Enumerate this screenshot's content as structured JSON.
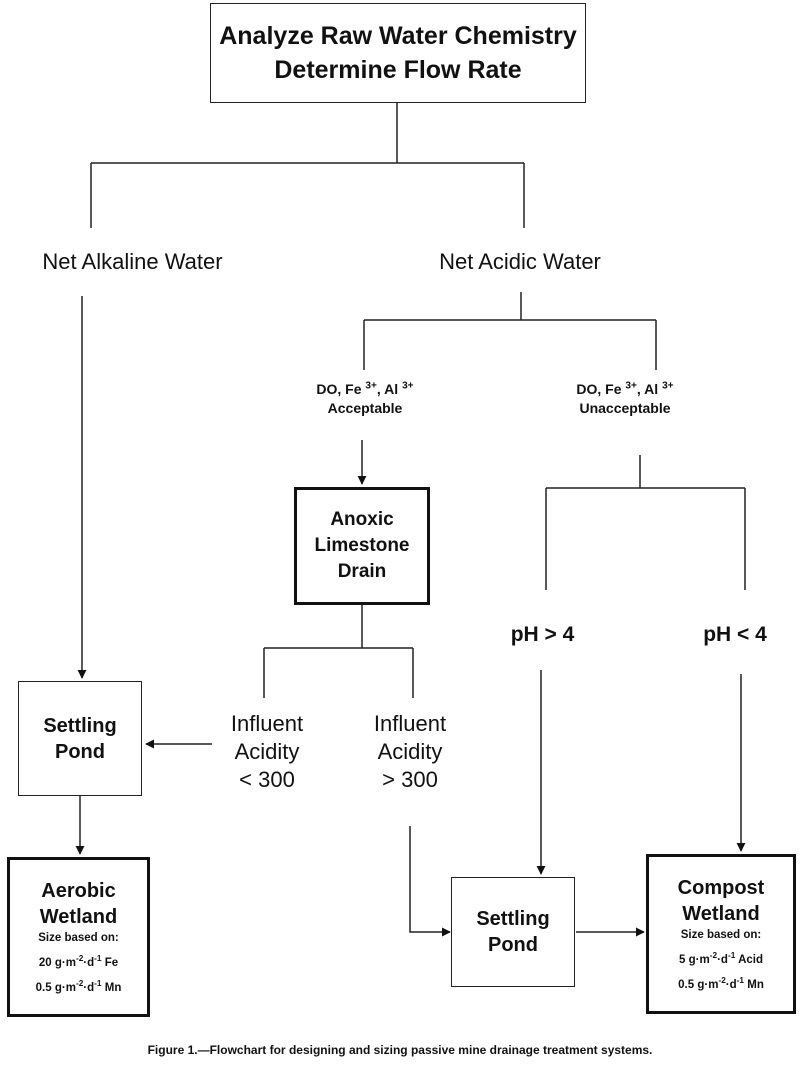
{
  "top": {
    "line1": "Analyze Raw Water Chemistry",
    "line2": "Determine Flow Rate"
  },
  "net_alkaline": "Net Alkaline Water",
  "net_acidic": "Net Acidic Water",
  "do_acceptable": {
    "prefix": "DO, Fe",
    "fe_sup": "3+",
    "mid": ", Al",
    "al_sup": "3+",
    "status": "Acceptable"
  },
  "do_unacceptable": {
    "prefix": "DO, Fe",
    "fe_sup": "3+",
    "mid": ", Al",
    "al_sup": "3+",
    "status": "Unacceptable"
  },
  "anoxic_drain": {
    "line1": "Anoxic",
    "line2": "Limestone",
    "line3": "Drain"
  },
  "ph_gt4": "pH > 4",
  "ph_lt4": "pH < 4",
  "influent_low": {
    "line1": "Influent",
    "line2": "Acidity",
    "line3": "< 300"
  },
  "influent_high": {
    "line1": "Influent",
    "line2": "Acidity",
    "line3": "> 300"
  },
  "settling_pond_left": {
    "line1": "Settling",
    "line2": "Pond"
  },
  "settling_pond_mid": {
    "line1": "Settling",
    "line2": "Pond"
  },
  "aerobic_wetland": {
    "line1": "Aerobic",
    "line2": "Wetland",
    "size_label": "Size based on:",
    "rate1": {
      "value": "20 g",
      "unit1": "m",
      "exp1": "-2",
      "unit2": "d",
      "exp2": "-1",
      "element": "Fe"
    },
    "rate2": {
      "value": "0.5 g",
      "unit1": "m",
      "exp1": "-2",
      "unit2": "d",
      "exp2": "-1",
      "element": "Mn"
    }
  },
  "compost_wetland": {
    "line1": "Compost",
    "line2": "Wetland",
    "size_label": "Size based on:",
    "rate1": {
      "value": "5 g",
      "unit1": "m",
      "exp1": "-2",
      "unit2": "d",
      "exp2": "-1",
      "element": "Acid"
    },
    "rate2": {
      "value": "0.5 g",
      "unit1": "m",
      "exp1": "-2",
      "unit2": "d",
      "exp2": "-1",
      "element": "Mn"
    }
  },
  "caption": "Figure 1.—Flowchart for designing and sizing passive mine drainage treatment systems."
}
